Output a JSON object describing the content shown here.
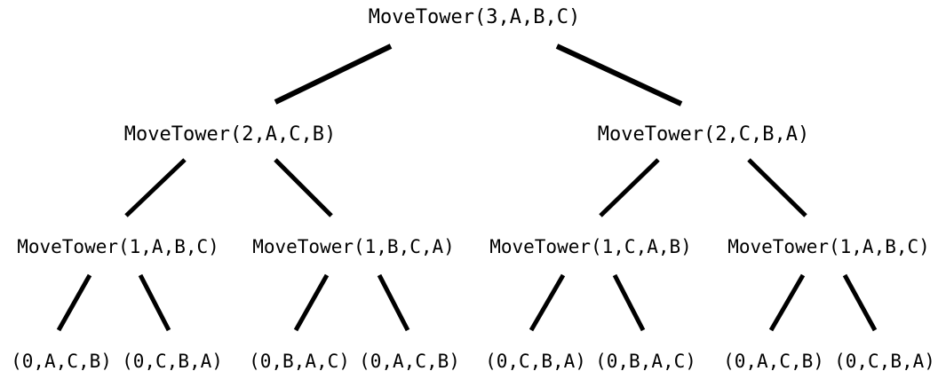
{
  "tree": {
    "root": "MoveTower(3,A,B,C)",
    "level1": [
      "MoveTower(2,A,C,B)",
      "MoveTower(2,C,B,A)"
    ],
    "level2": [
      "MoveTower(1,A,B,C)",
      "MoveTower(1,B,C,A)",
      "MoveTower(1,C,A,B)",
      "MoveTower(1,A,B,C)"
    ],
    "level3": [
      "(0,A,C,B)",
      "(0,C,B,A)",
      "(0,B,A,C)",
      "(0,A,C,B)",
      "(0,C,B,A)",
      "(0,B,A,C)",
      "(0,A,C,B)",
      "(0,C,B,A)"
    ]
  }
}
